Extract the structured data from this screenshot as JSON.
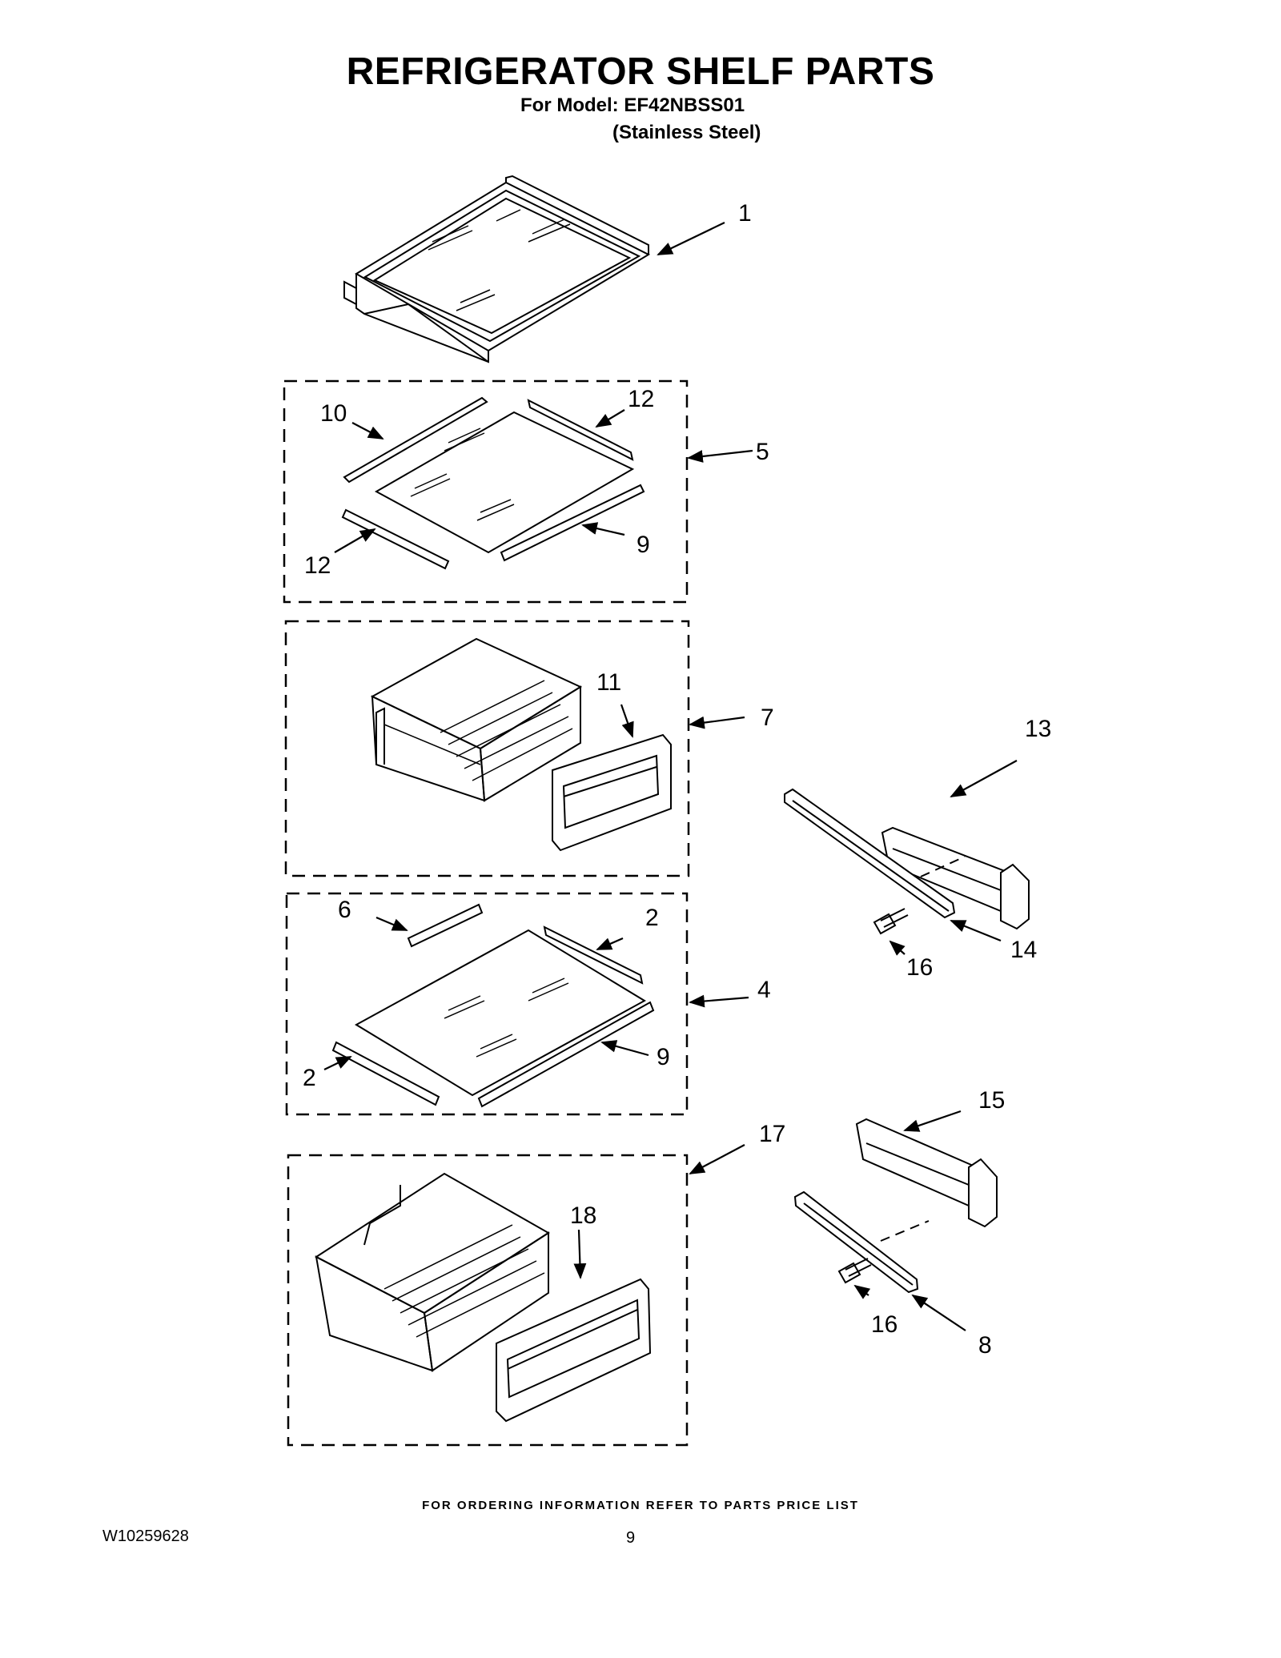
{
  "header": {
    "title": "REFRIGERATOR SHELF PARTS",
    "model_line": "For Model: EF42NBSS01",
    "finish_line": "(Stainless Steel)"
  },
  "callouts": {
    "c1": "1",
    "c10": "10",
    "c12a": "12",
    "c5": "5",
    "c12b": "12",
    "c9a": "9",
    "c11": "11",
    "c7": "7",
    "c13": "13",
    "c16a": "16",
    "c14": "14",
    "c6": "6",
    "c2a": "2",
    "c4": "4",
    "c2b": "2",
    "c9b": "9",
    "c17": "17",
    "c15": "15",
    "c18": "18",
    "c16b": "16",
    "c8": "8"
  },
  "footer": {
    "ordering_note": "FOR ORDERING INFORMATION REFER TO PARTS PRICE LIST",
    "doc_number": "W10259628",
    "page_number": "9"
  }
}
